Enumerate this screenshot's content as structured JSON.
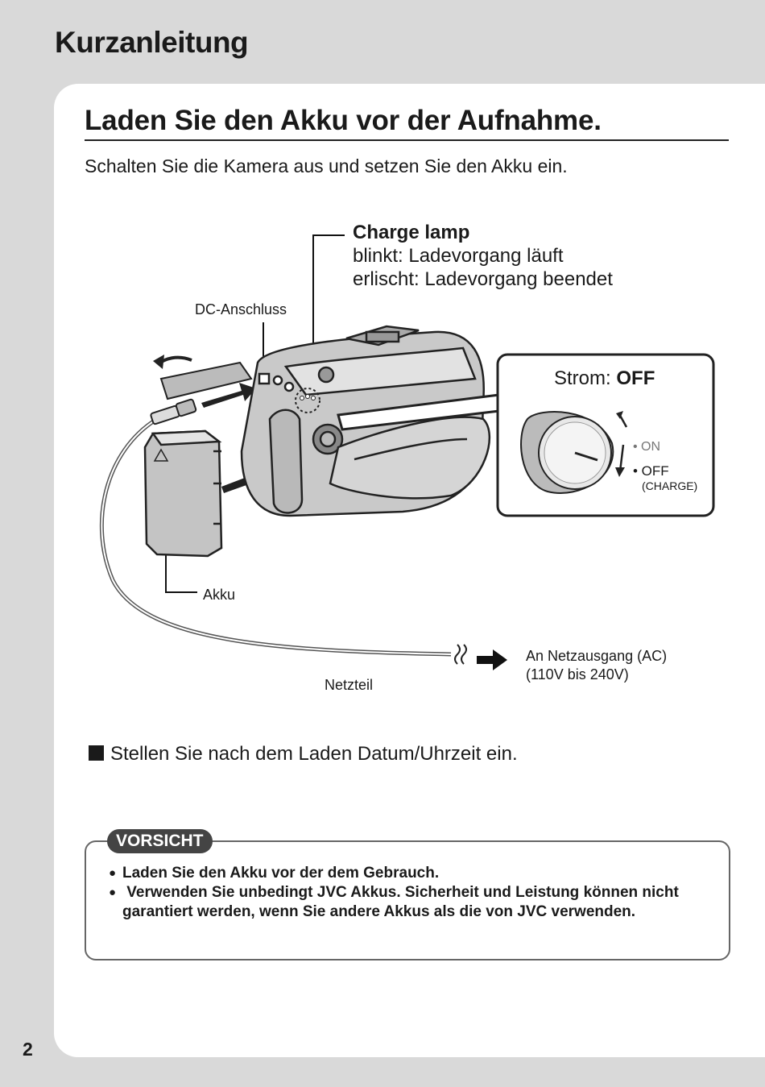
{
  "header": {
    "section_title": "Kurzanleitung",
    "page_number": "2"
  },
  "main": {
    "heading": "Laden Sie den Akku vor der Aufnahme.",
    "intro": "Schalten Sie die Kamera aus und setzen Sie den Akku ein."
  },
  "diagram": {
    "charge_lamp": {
      "title": "Charge lamp",
      "line1": "blinkt: Ladevorgang läuft",
      "line2": "erlischt: Ladevorgang beendet"
    },
    "dc_label": "DC-Anschluss",
    "battery_label": "Akku",
    "adapter_label": "Netzteil",
    "outlet_line1": "An Netzausgang (AC)",
    "outlet_line2": "(110V bis 240V)",
    "power": {
      "label": "Strom:",
      "value": "OFF",
      "on": "• ON",
      "off": "• OFF",
      "charge": "(CHARGE)"
    }
  },
  "note": "Stellen Sie nach dem Laden Datum/Uhrzeit ein.",
  "caution": {
    "badge": "VORSICHT",
    "items": [
      "Laden Sie den Akku vor der dem Gebrauch.",
      " Verwenden Sie unbedingt JVC Akkus. Sicherheit und Leistung können nicht garantiert werden, wenn Sie andere Akkus als die von JVC verwenden."
    ]
  }
}
